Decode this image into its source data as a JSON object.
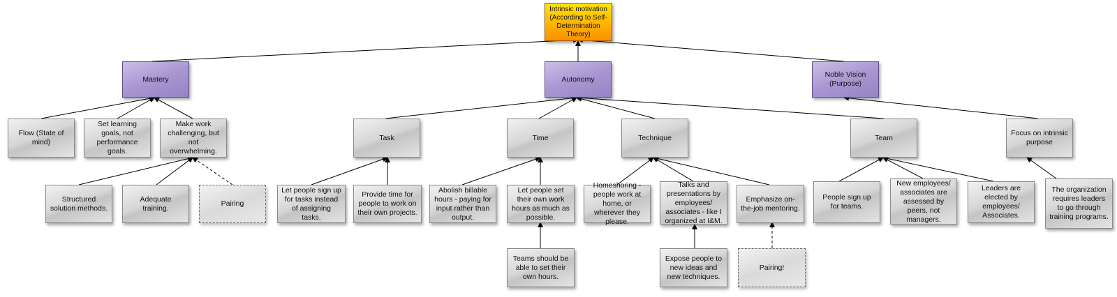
{
  "nodes": {
    "root": "Intrinsic motivation (According to Self-Determination Theory)",
    "mastery": "Mastery",
    "autonomy": "Autonomy",
    "noble_vision": "Noble Vision (Purpose)",
    "flow": "Flow (State of mind)",
    "learning_goals": "Set learning goals, not performance goals.",
    "challenging": "Make work challenging, but not overwhelming.",
    "task": "Task",
    "time": "Time",
    "technique": "Technique",
    "team": "Team",
    "focus_intrinsic": "Focus on intrinsic purpose",
    "structured": "Structured solution methods.",
    "adequate_training": "Adequate training.",
    "pairing": "Pairing",
    "sign_up_tasks": "Let people sign up for tasks instead of assigning tasks.",
    "provide_time": "Provide time for people to work on their own projects.",
    "abolish_billable": "Abolish billable hours - paying for input rather than output.",
    "set_work_hours": "Let people set their own work hours as much as possible.",
    "homeshoring": "Homeshoring - people work at home, or wherever they please.",
    "talks": "Talks and presentations by employees/ associates - like I organized at I&M.",
    "mentoring": "Emphasize on-the-job mentoring.",
    "sign_up_teams": "People sign up for teams.",
    "assessed_by_peers": "New employees/ associates are assessed by peers, not managers.",
    "leaders_elected": "Leaders are elected by employees/ Associates.",
    "org_training": "The organization requires leaders to go through training programs.",
    "teams_hours": "Teams should be able to set their own hours.",
    "expose_people": "Expose people to new ideas and new techniques.",
    "pairing2": "Pairing!"
  },
  "colors": {
    "root_fill": "#ffb300",
    "category_fill": "#a996d2",
    "node_fill": "#d6d6d6",
    "edge": "#000000"
  }
}
